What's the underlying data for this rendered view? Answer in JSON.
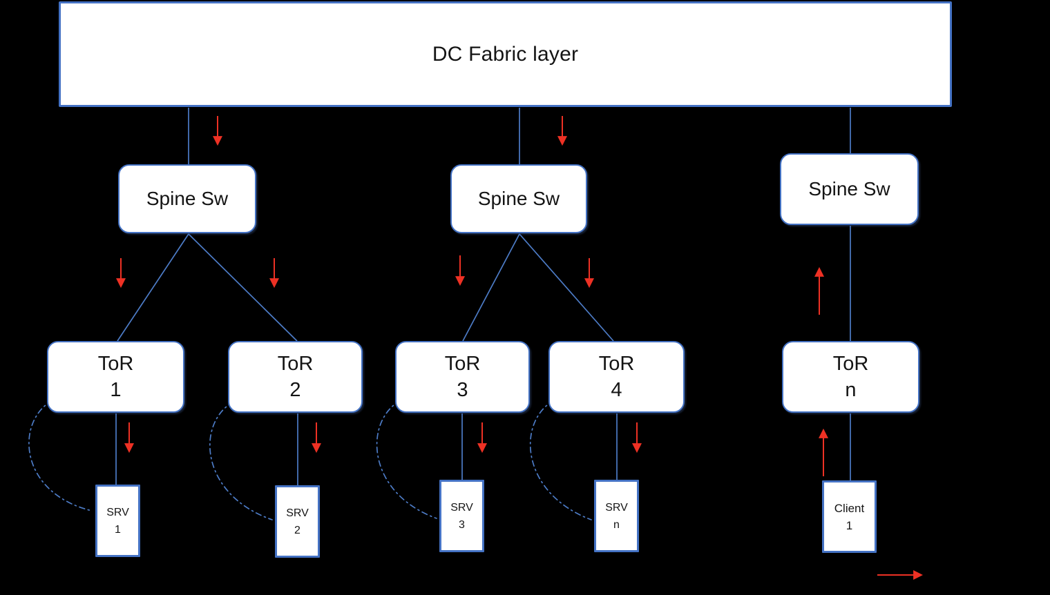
{
  "diagram": {
    "type": "network-topology",
    "fabric": {
      "label": "DC Fabric layer"
    },
    "spines": [
      {
        "label": "Spine Sw"
      },
      {
        "label": "Spine Sw"
      },
      {
        "label": "Spine Sw"
      }
    ],
    "tors": [
      {
        "line1": "ToR",
        "line2": "1"
      },
      {
        "line1": "ToR",
        "line2": "2"
      },
      {
        "line1": "ToR",
        "line2": "3"
      },
      {
        "line1": "ToR",
        "line2": "4"
      },
      {
        "line1": "ToR",
        "line2": "n"
      }
    ],
    "leaves": [
      {
        "line1": "SRV",
        "line2": "1"
      },
      {
        "line1": "SRV",
        "line2": "2"
      },
      {
        "line1": "SRV",
        "line2": "3"
      },
      {
        "line1": "SRV",
        "line2": "n"
      },
      {
        "line1": "Client",
        "line2": "1"
      }
    ],
    "flow_arrows": {
      "downstream_color_note": "red arrows point down beside fabric-to-spine and spine-to-ToR and ToR-to-SRV links on the left side",
      "upstream_color_note": "red arrows point up beside Client-to-ToR-n and ToR-n-to-Spine links on the right side",
      "bottom_right_arrow_direction": "right"
    }
  },
  "colors": {
    "line_blue": "#4d7cc7",
    "box_border": "#4472C4",
    "arrow_red": "#EE3124",
    "box_fill": "#FFFFFF",
    "bg": "#000000",
    "text": "#141414"
  }
}
